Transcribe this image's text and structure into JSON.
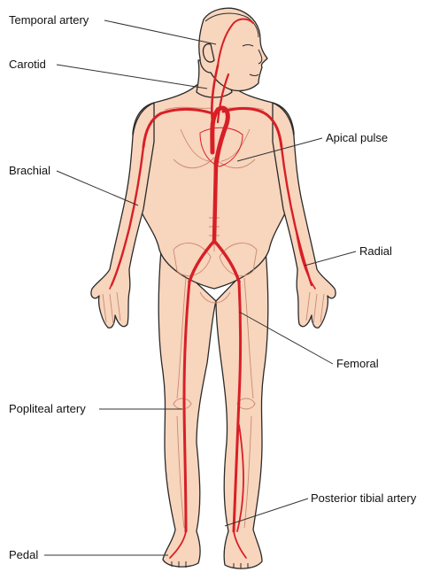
{
  "colors": {
    "artery": "#d81f26",
    "skin": "#f8d5bd",
    "outline": "#2a2a2a",
    "bone": "#c98a72",
    "label_text": "#111111"
  },
  "labels": {
    "temporal_artery": "Temporal artery",
    "carotid": "Carotid",
    "apical_pulse": "Apical pulse",
    "brachial": "Brachial",
    "radial": "Radial",
    "femoral": "Femoral",
    "popliteal_artery": "Popliteal artery",
    "posterior_tibial_artery": "Posterior tibial artery",
    "pedal": "Pedal"
  }
}
